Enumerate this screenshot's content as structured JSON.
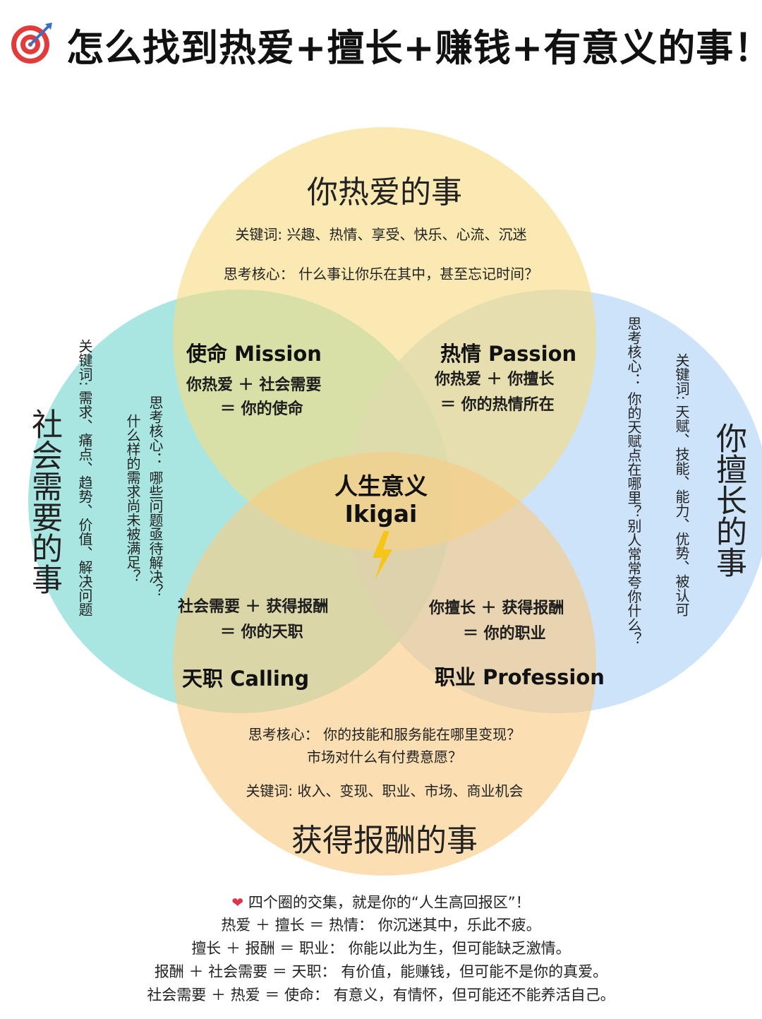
{
  "title": "怎么找到热爱+擅长+赚钱+有意义的事！",
  "icons": {
    "title": "target-dart-icon",
    "center": "lightning-bolt-icon",
    "bottom": "heart-icon"
  },
  "colors": {
    "love": "#f7dc83",
    "good_at": "#b9d8f6",
    "paid": "#f8cb82",
    "world_needs": "#88dcd6"
  },
  "circles": {
    "love": {
      "title": "你热爱的事",
      "keywords": "关键词: 兴趣、热情、享受、快乐、心流、沉迷",
      "thinking": "思考核心：  什么事让你乐在其中，甚至忘记时间？"
    },
    "world_needs": {
      "title": "社会需要的事",
      "keywords": "关键词: 需求、痛点、趋势、价值、解决问题",
      "thinking_1": "思考核心：  哪些问题亟待解决？",
      "thinking_2": "什么样的需求尚未被满足？"
    },
    "good_at": {
      "title": "你擅长的事",
      "keywords": "关键词: 天赋、技能、能力、优势、被认可",
      "thinking": "思考核心：  你的天赋点在哪里？别人常常夸你什么？"
    },
    "paid": {
      "title": "获得报酬的事",
      "thinking_1": "思考核心：  你的技能和服务能在哪里变现？",
      "thinking_2": "市场对什么有付费意愿？",
      "keywords": "关键词: 收入、变现、职业、市场、商业机会"
    }
  },
  "intersections": {
    "mission": {
      "title": "使命 Mission",
      "line1": "你热爱 ＋ 社会需要",
      "line2": "＝ 你的使命"
    },
    "passion": {
      "title": "热情 Passion",
      "line1": "你热爱 ＋ 你擅长",
      "line2": "＝ 你的热情所在"
    },
    "calling": {
      "title": "天职 Calling",
      "line1": "社会需要 ＋ 获得报酬",
      "line2": "＝ 你的天职"
    },
    "profession": {
      "title": "职业 Profession",
      "line1": "你擅长 ＋ 获得报酬",
      "line2": "＝ 你的职业"
    }
  },
  "center": {
    "line1": "人生意义",
    "line2": "Ikigai"
  },
  "bottom_notes": [
    "四个圈的交集，就是你的“人生高回报区”！",
    "热爱 ＋ 擅长 ＝ 热情：  你沉迷其中，乐此不疲。",
    "擅长 ＋ 报酬 ＝ 职业：  你能以此为生，但可能缺乏激情。",
    "报酬 ＋ 社会需要 ＝ 天职：  有价值，能赚钱，但可能不是你的真爱。",
    "社会需要 ＋ 热爱 ＝ 使命：  有意义，有情怀，但可能还不能养活自己。"
  ]
}
